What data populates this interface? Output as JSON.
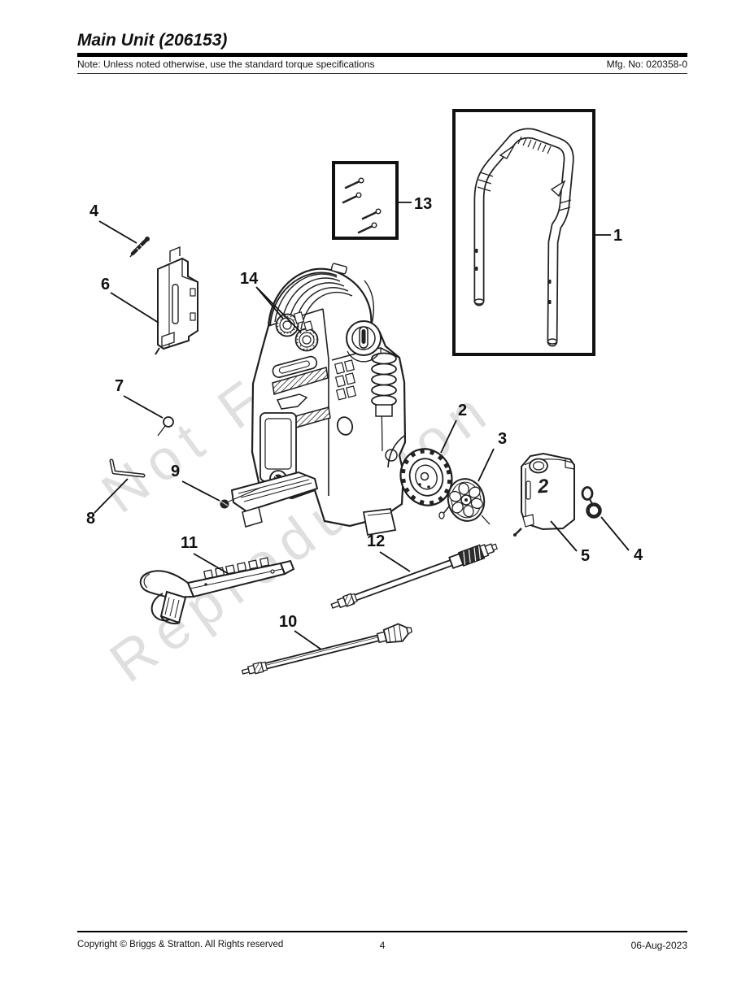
{
  "header": {
    "title": "Main Unit (206153)",
    "note": "Note: Unless noted otherwise, use the standard torque specifications",
    "mfg_no": "Mfg. No: 020358-0"
  },
  "footer": {
    "copyright": "Copyright ©  Briggs & Stratton. All Rights reserved",
    "page_number": "4",
    "date": "06-Aug-2023"
  },
  "watermark": {
    "line1": "Not For",
    "line2": "Reproduction"
  },
  "diagram": {
    "callouts": {
      "c1": "1",
      "c2": "2",
      "c3": "3",
      "c4_top": "4",
      "c4_right": "4",
      "c5": "5",
      "c6": "6",
      "c7": "7",
      "c8": "8",
      "c9": "9",
      "c10": "10",
      "c11": "11",
      "c12": "12",
      "c13": "13",
      "c14": "14"
    },
    "tank_molded_label": "2"
  },
  "colors": {
    "line": "#1a1a1a",
    "watermark": "#cbcbcb",
    "paper": "#ffffff"
  }
}
